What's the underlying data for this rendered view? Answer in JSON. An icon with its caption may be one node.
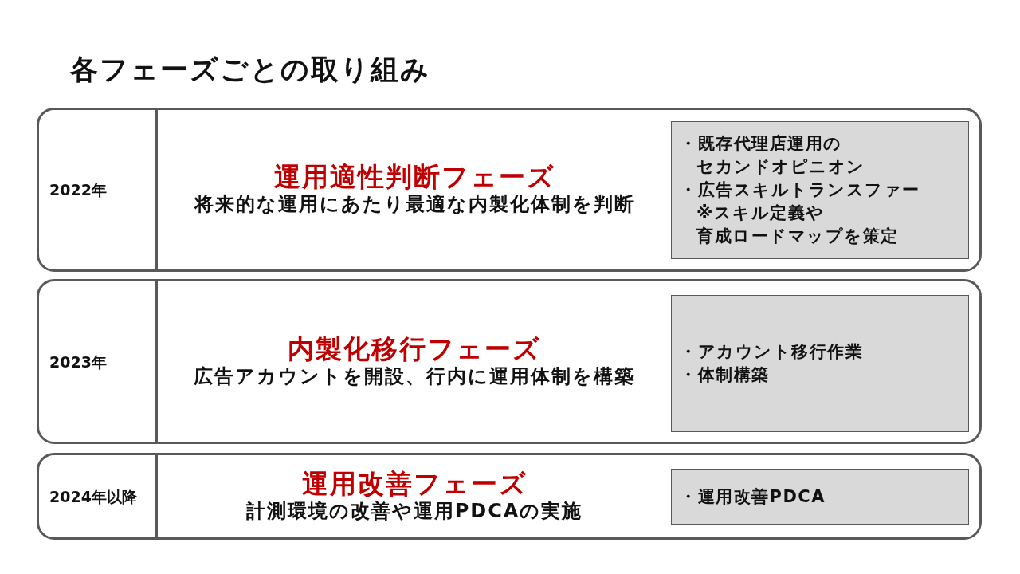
{
  "diagram": {
    "title": "各フェーズごとの取り組み",
    "nodes": [
      {
        "text": [
          "2022年",
          "運用適性判断フェーズ",
          "将来的な運用にあたり最適な内製化体制を判断"
        ]
      },
      {
        "text": [
          "・既存代理店運用のセカンドオピニオン",
          "・広告スキルトランスファー",
          "※スキル定義や育成ロードマップを策定"
        ],
        "in": 0
      },
      {
        "text": [
          "2023年",
          "内製化移行フェーズ",
          "広告アカウントを開設、行内に運用体制を構築"
        ]
      },
      {
        "text": [
          "・アカウント移行作業",
          "・体制構築"
        ],
        "in": 2
      },
      {
        "text": [
          "2024年以降",
          "運用改善フェーズ",
          "計測環境の改善や運用PDCAの実施"
        ]
      },
      {
        "text": [
          "・運用改善PDCA"
        ],
        "in": 4
      }
    ]
  }
}
